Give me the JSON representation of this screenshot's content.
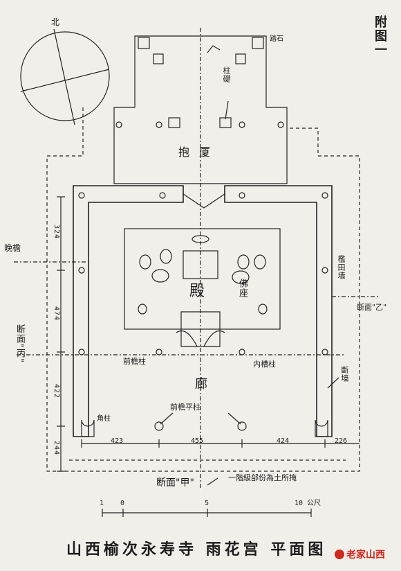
{
  "figure_number": "附图一",
  "title": "山西榆次永寿寺 雨花宫 平面图",
  "compass_label": "北",
  "labels": {
    "steps": "踏石",
    "column_base": "柱礎",
    "porch": "抱厦",
    "hall": "殿",
    "altar": "佛座",
    "eave": "晚檐",
    "section_c": "断面\"丙\"",
    "section_b": "断面\"乙\"",
    "section_a": "断面\"甲\"",
    "wall_l": "檻田墙",
    "wall_r": "斷墙",
    "front_col": "前檐柱",
    "inner_col": "内槽柱",
    "gallery": "廊",
    "corner_col": "角柱",
    "eave_col": "前檐平柱",
    "base_note": "一階級部份為土所掩"
  },
  "dimensions": {
    "left": [
      "324",
      "474",
      "422",
      "244"
    ],
    "bottom": [
      "423",
      "455",
      "424",
      "226"
    ]
  },
  "scale_bar": {
    "ticks": [
      "1",
      "0",
      "5",
      "10 公尺"
    ]
  },
  "watermark": "老家山西"
}
